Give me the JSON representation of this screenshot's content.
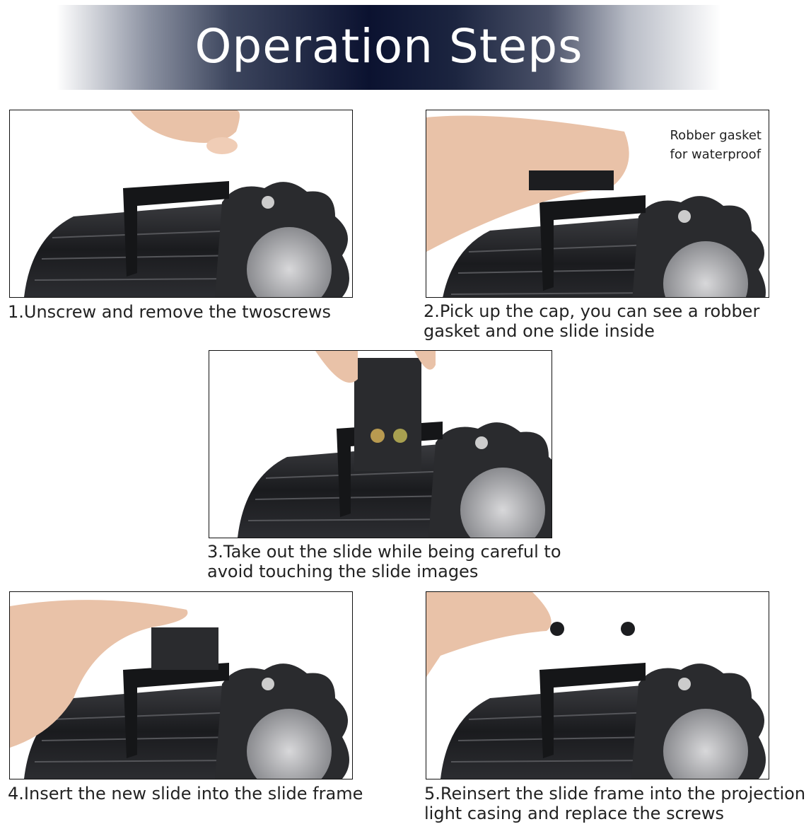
{
  "header": {
    "title": "Operation Steps"
  },
  "steps": [
    {
      "caption": [
        "1.Unscrew and remove the twoscrews"
      ]
    },
    {
      "caption": [
        "2.Pick up the cap, you can see a robber",
        "gasket and one slide inside"
      ],
      "note": [
        "Robber gasket",
        "for waterproof"
      ]
    },
    {
      "caption": [
        "3.Take out the slide while being careful to",
        "avoid touching the slide images"
      ]
    },
    {
      "caption": [
        "4.Insert the new slide into the slide frame"
      ]
    },
    {
      "caption": [
        "5.Reinsert the slide frame into the projection",
        "light casing and replace the screws"
      ]
    }
  ],
  "colors": {
    "banner": "#0b1230",
    "casing": "#1e1f22",
    "skin": "#e9c2a8"
  }
}
